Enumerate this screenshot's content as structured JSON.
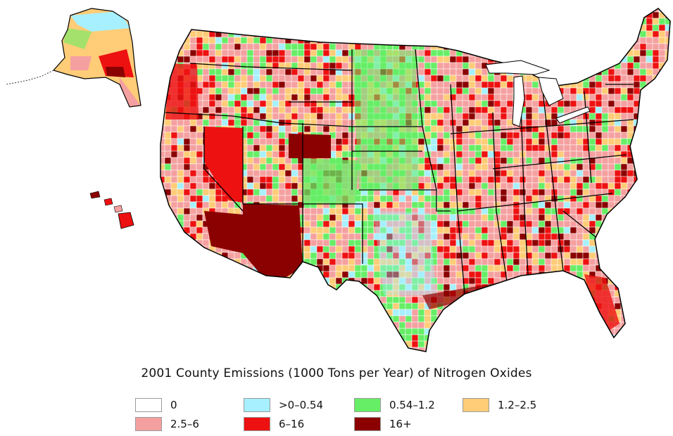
{
  "title": "2001 County Emissions (1000 Tons per Year) of Nitrogen Oxides",
  "legend": [
    {
      "label": "0",
      "color": "#ffffff"
    },
    {
      "label": ">0–0.54",
      "color": "#a6f0ff"
    },
    {
      "label": "0.54–1.2",
      "color": "#66ee66"
    },
    {
      "label": "1.2–2.5",
      "color": "#ffcc77"
    },
    {
      "label": "2.5–6",
      "color": "#f5a0a0"
    },
    {
      "label": "6–16",
      "color": "#ee1111"
    },
    {
      "label": "16+",
      "color": "#8b0000"
    }
  ],
  "colors": {
    "boundary": "#000000",
    "county_line": "#ffffff"
  }
}
